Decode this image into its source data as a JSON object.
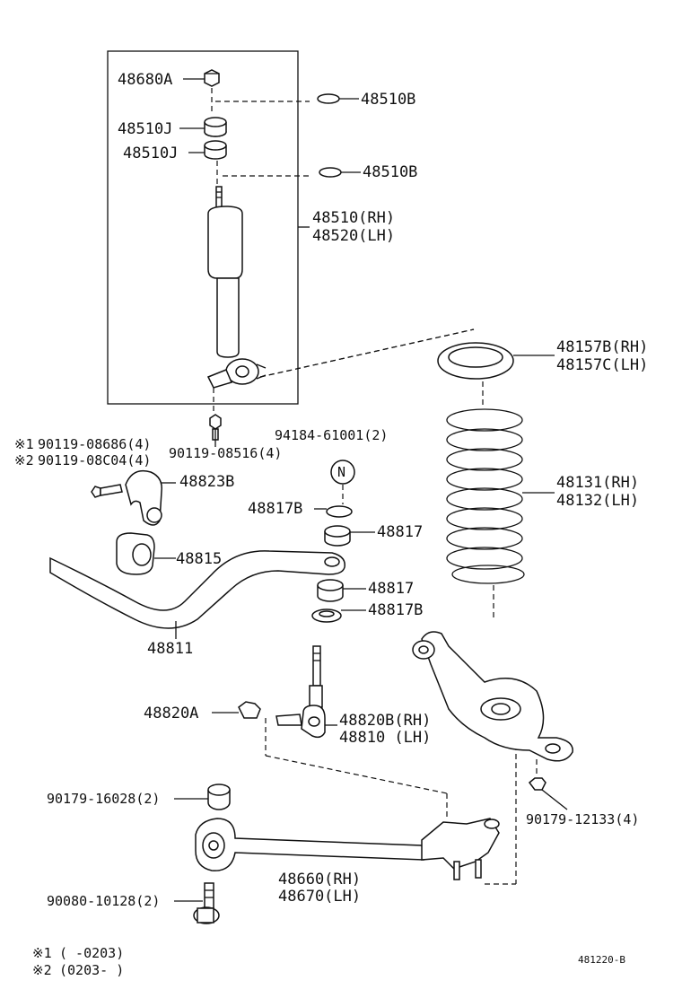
{
  "parts": {
    "p48680A": "48680A",
    "p48510J_1": "48510J",
    "p48510J_2": "48510J",
    "p48510B_1": "48510B",
    "p48510B_2": "48510B",
    "p48510_rh": "48510(RH)",
    "p48520_lh": "48520(LH)",
    "p48157B_rh": "48157B(RH)",
    "p48157C_lh": "48157C(LH)",
    "p48131_rh": "48131(RH)",
    "p48132_lh": "48132(LH)",
    "p90119_08686": "90119-08686(4)",
    "p90119_08C04": "90119-08C04(4)",
    "p90119_08516": "90119-08516(4)",
    "p94184_61001": "94184-61001(2)",
    "p48823B": "48823B",
    "p48817B_1": "48817B",
    "p48817_1": "48817",
    "p48815": "48815",
    "p48817_2": "48817",
    "p48817B_2": "48817B",
    "p48811": "48811",
    "p48820A": "48820A",
    "p48820B_rh": "48820B(RH)",
    "p48810_lh": "48810  (LH)",
    "p90179_16028": "90179-16028(2)",
    "p90179_12133": "90179-12133(4)",
    "p48660_rh": "48660(RH)",
    "p48670_lh": "48670(LH)",
    "p90080_10128": "90080-10128(2)"
  },
  "marks": {
    "m1": "※1",
    "m2": "※2",
    "nut_symbol": "N"
  },
  "footnotes": {
    "f1_mark": "※1",
    "f1_text": "(     -0203)",
    "f2_mark": "※2",
    "f2_text": "(0203-      )"
  },
  "diagram_code": "481220-B"
}
